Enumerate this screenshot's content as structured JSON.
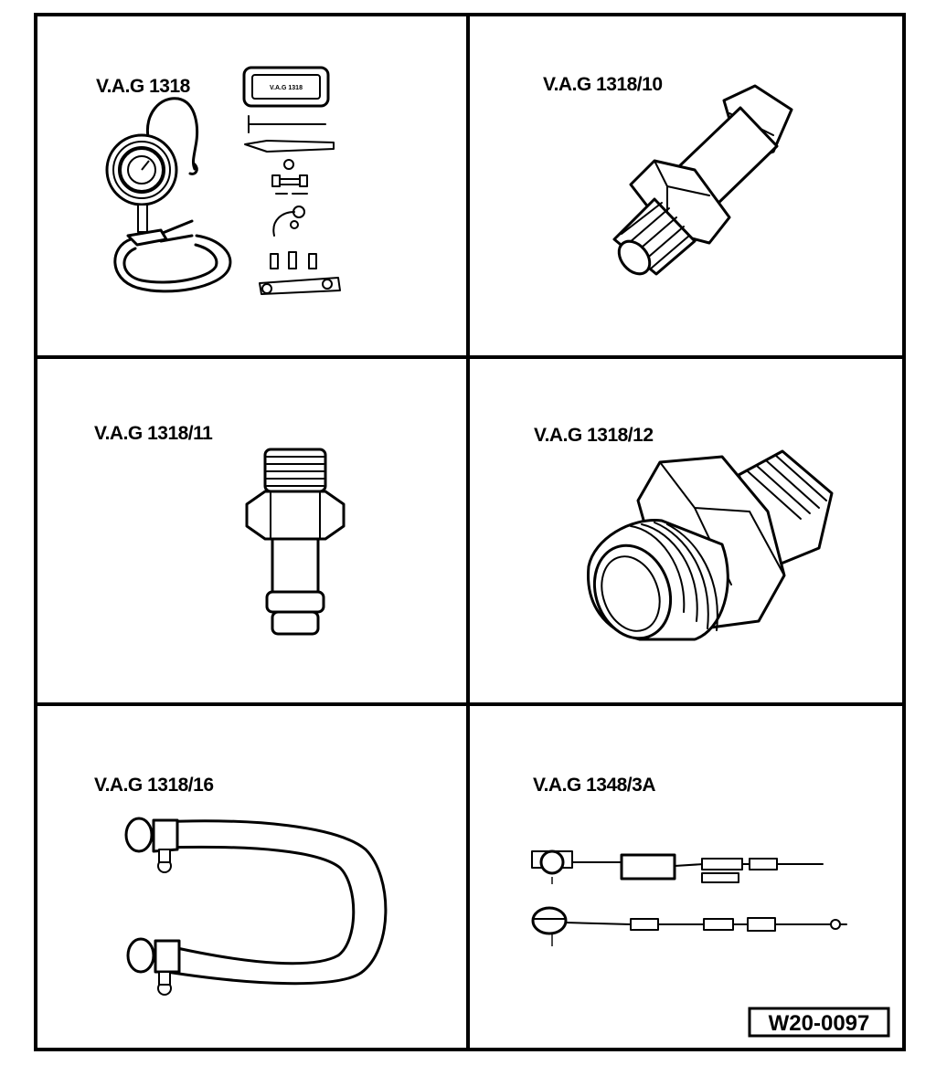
{
  "panels": [
    {
      "id": "p1",
      "label": "V.A.G 1318",
      "case_text": "V.A.G 1318"
    },
    {
      "id": "p2",
      "label": "V.A.G 1318/10"
    },
    {
      "id": "p3",
      "label": "V.A.G 1318/11"
    },
    {
      "id": "p4",
      "label": "V.A.G 1318/12"
    },
    {
      "id": "p5",
      "label": "V.A.G 1318/16"
    },
    {
      "id": "p6",
      "label": "V.A.G 1348/3A"
    }
  ],
  "figure_code": "W20-0097"
}
